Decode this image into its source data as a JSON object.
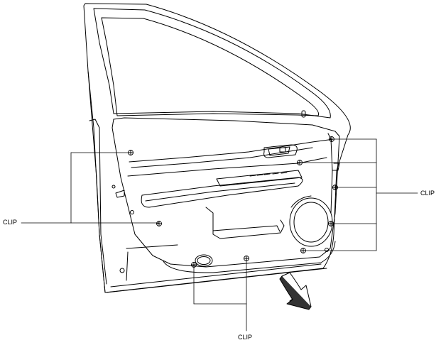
{
  "labels": {
    "left": "CLIP",
    "right": "CLIP",
    "bottom": "CLIP"
  },
  "colors": {
    "line": "#000000",
    "background": "#ffffff"
  },
  "icons": [
    "clip-marker-icon",
    "removal-direction-arrow-icon"
  ]
}
